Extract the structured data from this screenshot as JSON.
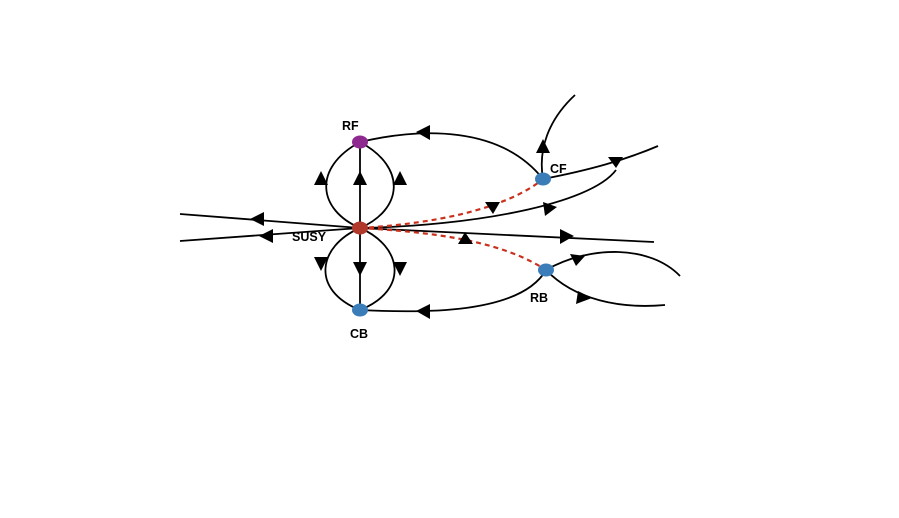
{
  "diagram": {
    "nodes": [
      {
        "id": "RF",
        "label": "RF",
        "color": "#8e2a8f"
      },
      {
        "id": "SUSY",
        "label": "SUSY",
        "color": "#b0392b"
      },
      {
        "id": "CB",
        "label": "CB",
        "color": "#3b7db9"
      },
      {
        "id": "CF",
        "label": "CF",
        "color": "#3b7db9"
      },
      {
        "id": "RB",
        "label": "RB",
        "color": "#3b7db9"
      }
    ],
    "edge_colors": {
      "flow": "#000000",
      "link": "#c9311d"
    }
  }
}
